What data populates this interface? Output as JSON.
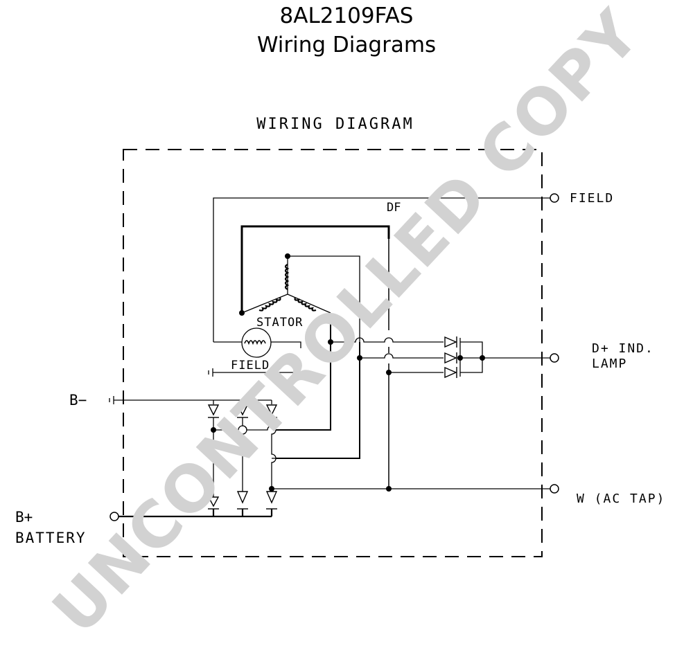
{
  "header": {
    "title": "8AL2109FAS",
    "subtitle": "Wiring Diagrams"
  },
  "diagram": {
    "heading": "WIRING DIAGRAM",
    "labels": {
      "df": "DF",
      "stator": "STATOR",
      "field_coil": "FIELD",
      "field_terminal": "FIELD",
      "b_minus": "B−",
      "b_plus": "B+",
      "battery": "BATTERY",
      "d_plus_line1": "D+ IND.",
      "d_plus_line2": "LAMP",
      "w_tap": "W (AC TAP)"
    }
  },
  "watermark": {
    "text": "UNCONTROLLED COPY",
    "color": "#d2d2d2"
  }
}
